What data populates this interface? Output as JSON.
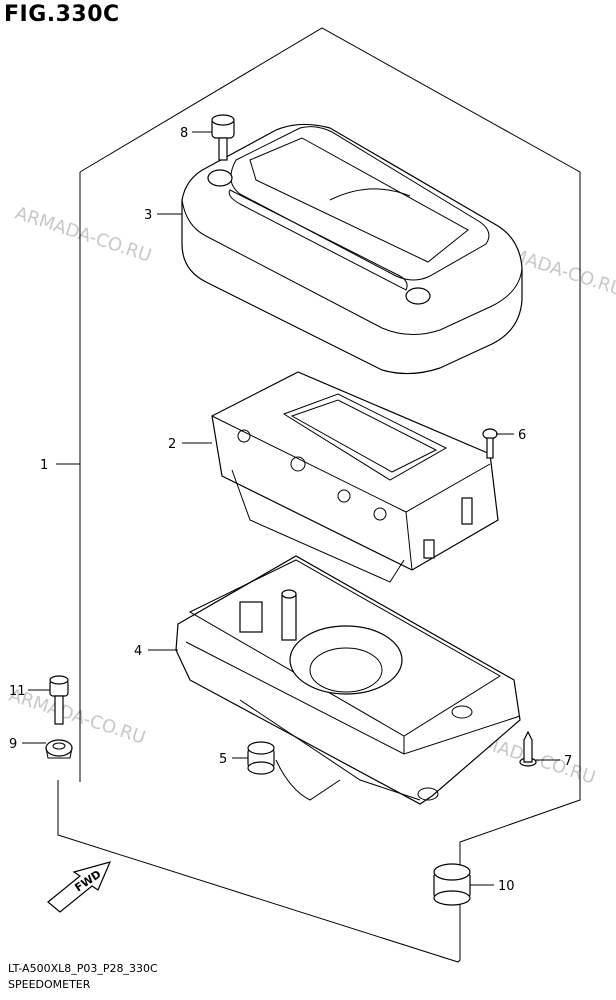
{
  "figure": {
    "title": "FIG.330C",
    "code": "LT-A500XL8_P03_P28_330C",
    "name": "SPEEDOMETER"
  },
  "watermark": "ARMADA-CO.RU",
  "fwd_label": "FWD",
  "callouts": [
    "1",
    "2",
    "3",
    "4",
    "5",
    "6",
    "7",
    "8",
    "9",
    "10",
    "11"
  ]
}
